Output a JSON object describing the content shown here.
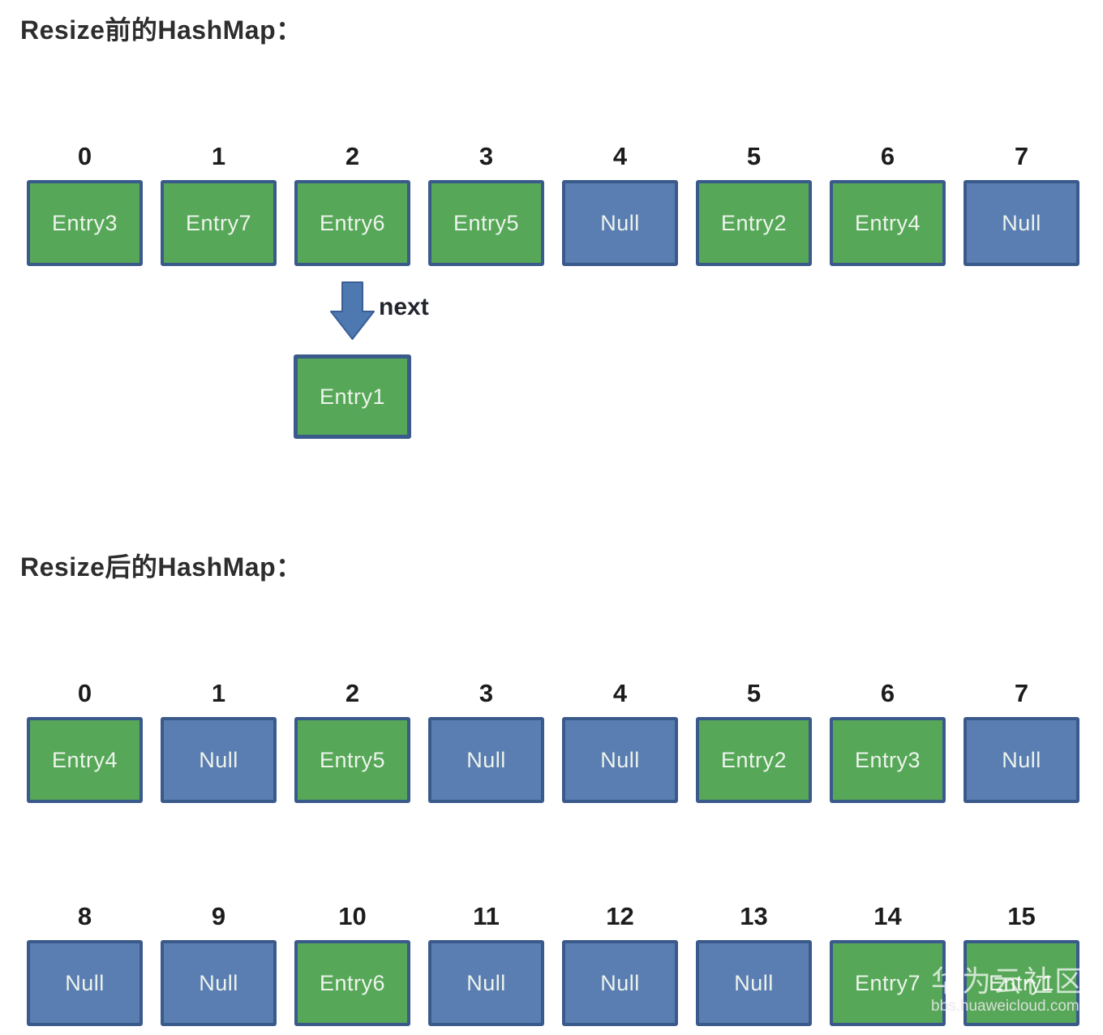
{
  "colors": {
    "entry_green": "#56a757",
    "null_blue": "#5b7eb2",
    "box_border": "#395a8a",
    "box_text": "#edf4ec",
    "title_text": "#2d2d2d",
    "arrow_fill": "#4d78b0",
    "arrow_stroke": "#3a5f96"
  },
  "before": {
    "title": "Resize前的HashMap：",
    "slots": [
      {
        "index": "0",
        "label": "Entry3",
        "type": "entry"
      },
      {
        "index": "1",
        "label": "Entry7",
        "type": "entry"
      },
      {
        "index": "2",
        "label": "Entry6",
        "type": "entry"
      },
      {
        "index": "3",
        "label": "Entry5",
        "type": "entry"
      },
      {
        "index": "4",
        "label": "Null",
        "type": "null"
      },
      {
        "index": "5",
        "label": "Entry2",
        "type": "entry"
      },
      {
        "index": "6",
        "label": "Entry4",
        "type": "entry"
      },
      {
        "index": "7",
        "label": "Null",
        "type": "null"
      }
    ],
    "chain": {
      "from_index": "2",
      "arrow_label": "next",
      "child_label": "Entry1",
      "child_type": "entry"
    }
  },
  "after": {
    "title": "Resize后的HashMap：",
    "row1": [
      {
        "index": "0",
        "label": "Entry4",
        "type": "entry"
      },
      {
        "index": "1",
        "label": "Null",
        "type": "null"
      },
      {
        "index": "2",
        "label": "Entry5",
        "type": "entry"
      },
      {
        "index": "3",
        "label": "Null",
        "type": "null"
      },
      {
        "index": "4",
        "label": "Null",
        "type": "null"
      },
      {
        "index": "5",
        "label": "Entry2",
        "type": "entry"
      },
      {
        "index": "6",
        "label": "Entry3",
        "type": "entry"
      },
      {
        "index": "7",
        "label": "Null",
        "type": "null"
      }
    ],
    "row2": [
      {
        "index": "8",
        "label": "Null",
        "type": "null"
      },
      {
        "index": "9",
        "label": "Null",
        "type": "null"
      },
      {
        "index": "10",
        "label": "Entry6",
        "type": "entry"
      },
      {
        "index": "11",
        "label": "Null",
        "type": "null"
      },
      {
        "index": "12",
        "label": "Null",
        "type": "null"
      },
      {
        "index": "13",
        "label": "Null",
        "type": "null"
      },
      {
        "index": "14",
        "label": "Entry7",
        "type": "entry"
      },
      {
        "index": "15",
        "label": "Entry1",
        "type": "entry"
      }
    ]
  },
  "watermark": {
    "line1": "华为云社区",
    "line2": "bbs.huaweicloud.com"
  }
}
